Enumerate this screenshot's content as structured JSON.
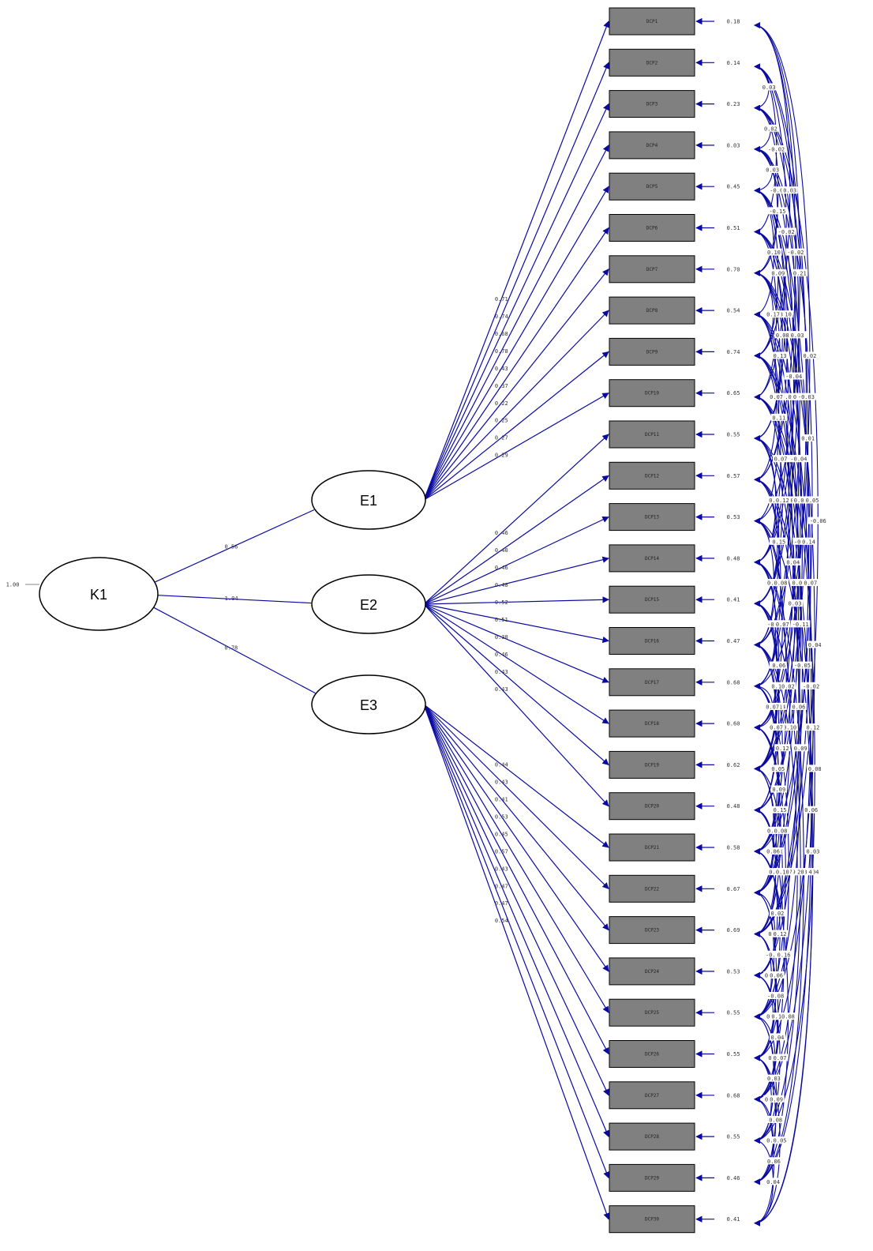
{
  "colors": {
    "path": "#0a0aa0",
    "box_fill": "#808080",
    "box_border": "#000000",
    "label_bg": "#ffffff"
  },
  "ksi": {
    "name": "K1",
    "variance": "1.00"
  },
  "etas": [
    {
      "name": "E1",
      "loading": "0.56"
    },
    {
      "name": "E2",
      "loading": "1.04"
    },
    {
      "name": "E3",
      "loading": "0.78"
    }
  ],
  "indicators": [
    {
      "name": "DCP1",
      "factor": 0,
      "loading": "0.71",
      "error": "0.18"
    },
    {
      "name": "DCP2",
      "factor": 0,
      "loading": "0.74",
      "error": "0.14"
    },
    {
      "name": "DCP3",
      "factor": 0,
      "loading": "0.68",
      "error": "0.23"
    },
    {
      "name": "DCP4",
      "factor": 0,
      "loading": "0.78",
      "error": "0.03"
    },
    {
      "name": "DCP5",
      "factor": 0,
      "loading": "0.43",
      "error": "0.45"
    },
    {
      "name": "DCP6",
      "factor": 0,
      "loading": "0.37",
      "error": "0.51"
    },
    {
      "name": "DCP7",
      "factor": 0,
      "loading": "0.22",
      "error": "0.70"
    },
    {
      "name": "DCP8",
      "factor": 0,
      "loading": "0.25",
      "error": "0.54"
    },
    {
      "name": "DCP9",
      "factor": 0,
      "loading": "0.27",
      "error": "0.74"
    },
    {
      "name": "DCP10",
      "factor": 0,
      "loading": "0.29",
      "error": "0.65"
    },
    {
      "name": "DCP11",
      "factor": 1,
      "loading": "0.46",
      "error": "0.55"
    },
    {
      "name": "DCP12",
      "factor": 1,
      "loading": "0.40",
      "error": "0.57"
    },
    {
      "name": "DCP13",
      "factor": 1,
      "loading": "0.46",
      "error": "0.53"
    },
    {
      "name": "DCP14",
      "factor": 1,
      "loading": "0.48",
      "error": "0.48"
    },
    {
      "name": "DCP15",
      "factor": 1,
      "loading": "0.52",
      "error": "0.41"
    },
    {
      "name": "DCP16",
      "factor": 1,
      "loading": "0.51",
      "error": "0.47"
    },
    {
      "name": "DCP17",
      "factor": 1,
      "loading": "0.38",
      "error": "0.68"
    },
    {
      "name": "DCP18",
      "factor": 1,
      "loading": "0.46",
      "error": "0.60"
    },
    {
      "name": "DCP19",
      "factor": 1,
      "loading": "0.43",
      "error": "0.62"
    },
    {
      "name": "DCP20",
      "factor": 1,
      "loading": "0.43",
      "error": "0.48"
    },
    {
      "name": "DCP21",
      "factor": 2,
      "loading": "0.44",
      "error": "0.58"
    },
    {
      "name": "DCP22",
      "factor": 2,
      "loading": "0.43",
      "error": "0.67"
    },
    {
      "name": "DCP23",
      "factor": 2,
      "loading": "0.41",
      "error": "0.69"
    },
    {
      "name": "DCP24",
      "factor": 2,
      "loading": "0.53",
      "error": "0.53"
    },
    {
      "name": "DCP25",
      "factor": 2,
      "loading": "0.45",
      "error": "0.55"
    },
    {
      "name": "DCP26",
      "factor": 2,
      "loading": "0.57",
      "error": "0.55"
    },
    {
      "name": "DCP27",
      "factor": 2,
      "loading": "0.43",
      "error": "0.68"
    },
    {
      "name": "DCP28",
      "factor": 2,
      "loading": "0.47",
      "error": "0.55"
    },
    {
      "name": "DCP29",
      "factor": 2,
      "loading": "0.47",
      "error": "0.46"
    },
    {
      "name": "DCP30",
      "factor": 2,
      "loading": "0.54",
      "error": "0.41"
    }
  ],
  "error_covariances": [
    {
      "from": 1,
      "to": 2,
      "value": "0.03"
    },
    {
      "from": 2,
      "to": 3,
      "value": "0.02"
    },
    {
      "from": 3,
      "to": 4,
      "value": "0.03"
    },
    {
      "from": 1,
      "to": 5,
      "value": "-0.02"
    },
    {
      "from": 2,
      "to": 6,
      "value": "-0.02"
    },
    {
      "from": 0,
      "to": 8,
      "value": "0.03"
    },
    {
      "from": 1,
      "to": 9,
      "value": "-0.02"
    },
    {
      "from": 0,
      "to": 11,
      "value": "-0.02"
    },
    {
      "from": 4,
      "to": 11,
      "value": "0.03"
    },
    {
      "from": 3,
      "to": 14,
      "value": "-0.04"
    },
    {
      "from": 5,
      "to": 13,
      "value": "0.05"
    },
    {
      "from": 6,
      "to": 15,
      "value": "0.09"
    },
    {
      "from": 7,
      "to": 16,
      "value": "-0.04"
    },
    {
      "from": 8,
      "to": 18,
      "value": "0.04"
    },
    {
      "from": 9,
      "to": 19,
      "value": "0.03"
    },
    {
      "from": 12,
      "to": 20,
      "value": "-0.02"
    },
    {
      "from": 2,
      "to": 22,
      "value": "-0.06"
    },
    {
      "from": 13,
      "to": 21,
      "value": "0.10"
    },
    {
      "from": 14,
      "to": 19,
      "value": "0.04"
    },
    {
      "from": 15,
      "to": 18,
      "value": "0.11"
    },
    {
      "from": 16,
      "to": 17,
      "value": "0.07"
    },
    {
      "from": 18,
      "to": 21,
      "value": "0.21"
    },
    {
      "from": 19,
      "to": 22,
      "value": "0.05"
    },
    {
      "from": 20,
      "to": 23,
      "value": "0.02"
    },
    {
      "from": 21,
      "to": 24,
      "value": "-0.05"
    },
    {
      "from": 22,
      "to": 25,
      "value": "-0.08"
    },
    {
      "from": 23,
      "to": 26,
      "value": "0.04"
    },
    {
      "from": 24,
      "to": 27,
      "value": "0.03"
    },
    {
      "from": 27,
      "to": 29,
      "value": "0.04"
    },
    {
      "from": 0,
      "to": 12,
      "value": "0.21"
    },
    {
      "from": 1,
      "to": 14,
      "value": "0.02"
    },
    {
      "from": 2,
      "to": 13,
      "value": "-0.03"
    },
    {
      "from": 3,
      "to": 15,
      "value": "0.08"
    },
    {
      "from": 4,
      "to": 17,
      "value": "-0.04"
    },
    {
      "from": 5,
      "to": 18,
      "value": "0.03"
    },
    {
      "from": 6,
      "to": 19,
      "value": "-0.12"
    },
    {
      "from": 7,
      "to": 20,
      "value": "0.07"
    },
    {
      "from": 8,
      "to": 21,
      "value": "-0.11"
    },
    {
      "from": 9,
      "to": 22,
      "value": "-0.05"
    },
    {
      "from": 10,
      "to": 23,
      "value": "0.06"
    },
    {
      "from": 11,
      "to": 24,
      "value": "0.09"
    },
    {
      "from": 0,
      "to": 16,
      "value": "0.02"
    },
    {
      "from": 1,
      "to": 17,
      "value": "-0.03"
    },
    {
      "from": 2,
      "to": 18,
      "value": "0.01"
    },
    {
      "from": 3,
      "to": 20,
      "value": "0.05"
    },
    {
      "from": 4,
      "to": 21,
      "value": "0.14"
    },
    {
      "from": 5,
      "to": 22,
      "value": "0.07"
    },
    {
      "from": 6,
      "to": 24,
      "value": "0.04"
    },
    {
      "from": 7,
      "to": 25,
      "value": "-0.02"
    },
    {
      "from": 8,
      "to": 26,
      "value": "0.12"
    },
    {
      "from": 9,
      "to": 27,
      "value": "0.08"
    },
    {
      "from": 10,
      "to": 28,
      "value": "0.06"
    },
    {
      "from": 11,
      "to": 29,
      "value": "0.03"
    },
    {
      "from": 12,
      "to": 29,
      "value": "0.04"
    },
    {
      "from": 13,
      "to": 28,
      "value": "-0.04"
    },
    {
      "from": 14,
      "to": 27,
      "value": "0.13"
    },
    {
      "from": 15,
      "to": 26,
      "value": "0.20"
    },
    {
      "from": 16,
      "to": 25,
      "value": "0.19"
    },
    {
      "from": 17,
      "to": 24,
      "value": "0.27"
    },
    {
      "from": 18,
      "to": 23,
      "value": "0.10"
    },
    {
      "from": 19,
      "to": 26,
      "value": "0.16"
    },
    {
      "from": 20,
      "to": 28,
      "value": "0.08"
    },
    {
      "from": 4,
      "to": 10,
      "value": "0.10"
    },
    {
      "from": 5,
      "to": 9,
      "value": "0.13"
    },
    {
      "from": 6,
      "to": 8,
      "value": "0.17"
    },
    {
      "from": 5,
      "to": 10,
      "value": "0.08"
    },
    {
      "from": 7,
      "to": 11,
      "value": "0.07"
    },
    {
      "from": 10,
      "to": 13,
      "value": "0.12"
    },
    {
      "from": 11,
      "to": 14,
      "value": "0.14"
    },
    {
      "from": 12,
      "to": 15,
      "value": "0.09"
    },
    {
      "from": 13,
      "to": 16,
      "value": "-0.03"
    },
    {
      "from": 14,
      "to": 17,
      "value": "0.18"
    },
    {
      "from": 15,
      "to": 19,
      "value": "0.07"
    },
    {
      "from": 16,
      "to": 20,
      "value": "0.05"
    },
    {
      "from": 17,
      "to": 21,
      "value": "0.15"
    },
    {
      "from": 18,
      "to": 22,
      "value": "0.11"
    },
    {
      "from": 19,
      "to": 21,
      "value": "0.06"
    },
    {
      "from": 21,
      "to": 23,
      "value": "0.26"
    },
    {
      "from": 22,
      "to": 24,
      "value": "0.20"
    },
    {
      "from": 23,
      "to": 25,
      "value": "0.13"
    },
    {
      "from": 24,
      "to": 26,
      "value": "0.20"
    },
    {
      "from": 25,
      "to": 27,
      "value": "0.26"
    },
    {
      "from": 26,
      "to": 28,
      "value": "0.18"
    },
    {
      "from": 3,
      "to": 6,
      "value": "-0.15"
    },
    {
      "from": 4,
      "to": 7,
      "value": "0.10"
    },
    {
      "from": 4,
      "to": 8,
      "value": "0.09"
    },
    {
      "from": 6,
      "to": 10,
      "value": "0.13"
    },
    {
      "from": 7,
      "to": 12,
      "value": "0.11"
    },
    {
      "from": 8,
      "to": 13,
      "value": "0.07"
    },
    {
      "from": 9,
      "to": 14,
      "value": "0.12"
    },
    {
      "from": 10,
      "to": 15,
      "value": "0.15"
    },
    {
      "from": 11,
      "to": 16,
      "value": "0.08"
    },
    {
      "from": 12,
      "to": 17,
      "value": "0.07"
    },
    {
      "from": 13,
      "to": 18,
      "value": "0.06"
    },
    {
      "from": 14,
      "to": 18,
      "value": "0.10"
    },
    {
      "from": 15,
      "to": 20,
      "value": "0.12"
    },
    {
      "from": 16,
      "to": 21,
      "value": "0.09"
    },
    {
      "from": 17,
      "to": 22,
      "value": "0.08"
    },
    {
      "from": 20,
      "to": 24,
      "value": "0.12"
    },
    {
      "from": 21,
      "to": 25,
      "value": "0.06"
    },
    {
      "from": 22,
      "to": 26,
      "value": "0.10"
    },
    {
      "from": 23,
      "to": 27,
      "value": "0.07"
    },
    {
      "from": 24,
      "to": 28,
      "value": "0.09"
    },
    {
      "from": 25,
      "to": 28,
      "value": "0.08"
    },
    {
      "from": 25,
      "to": 29,
      "value": "0.05"
    },
    {
      "from": 26,
      "to": 29,
      "value": "0.06"
    }
  ]
}
